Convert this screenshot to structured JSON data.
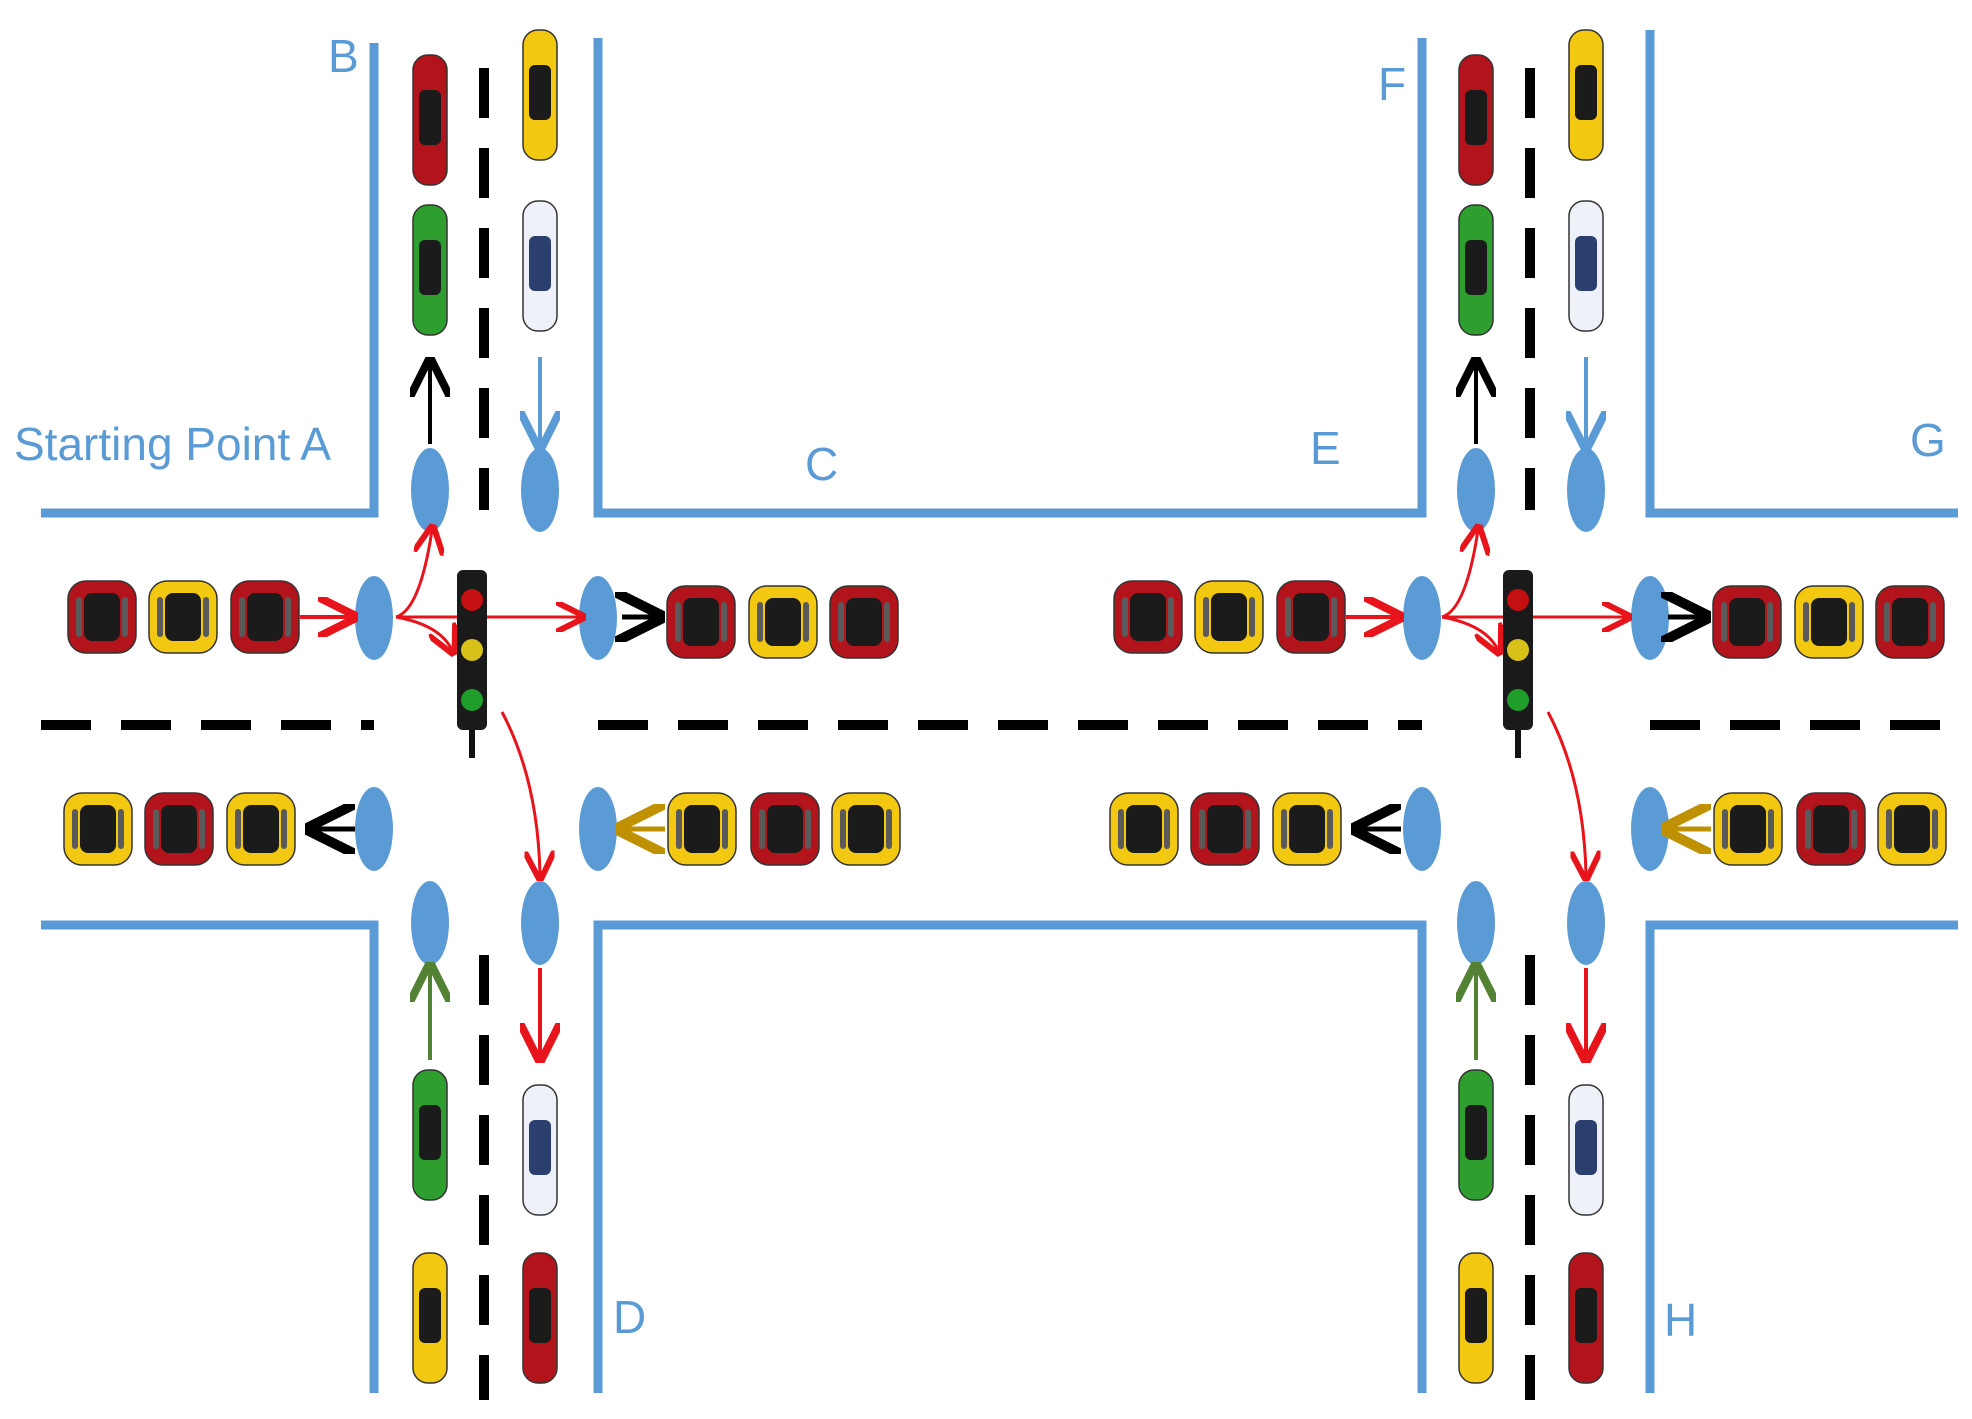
{
  "labels": {
    "a": "Starting Point A",
    "b": "B",
    "c": "C",
    "d": "D",
    "e": "E",
    "f": "F",
    "g": "G",
    "h": "H"
  },
  "colors": {
    "road_edge": "#5b9bd5",
    "sensor": "#5b9bd5",
    "lane_marking": "#000000",
    "arrow_red": "#e8141b",
    "arrow_black": "#000000",
    "arrow_blue": "#5b9bd5",
    "arrow_green": "#548235",
    "arrow_gold": "#bf9000",
    "car_red": "#b3141b",
    "car_yellow": "#f2c811",
    "car_green": "#2e9e2e",
    "car_white": "#eef1f8"
  },
  "icons": {
    "car": "car-icon",
    "traffic_light": "traffic-light-icon",
    "sensor": "sensor-icon"
  }
}
